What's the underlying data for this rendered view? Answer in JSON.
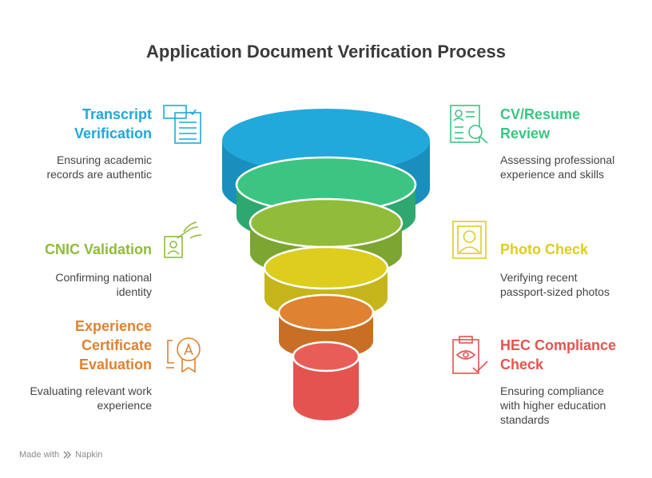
{
  "title": "Application Document Verification Process",
  "colors": {
    "blue": "#1fa8d8",
    "green": "#3cc483",
    "lime": "#90bc3a",
    "yellow": "#ddcd1f",
    "orange": "#df8232",
    "red": "#e35450"
  },
  "steps": [
    {
      "heading": "Transcript\nVerification",
      "description": "Ensuring academic\nrecords are authentic",
      "icon": "document-list-icon"
    },
    {
      "heading": "CV/Resume\nReview",
      "description": "Assessing professional\nexperience and skills",
      "icon": "resume-search-icon"
    },
    {
      "heading": "CNIC Validation",
      "description": "Confirming national\nidentity",
      "icon": "id-card-icon"
    },
    {
      "heading": "Photo Check",
      "description": "Verifying recent\npassport-sized photos",
      "icon": "portrait-photo-icon"
    },
    {
      "heading": "Experience\nCertificate\nEvaluation",
      "description": "Evaluating relevant work\nexperience",
      "icon": "certificate-badge-icon"
    },
    {
      "heading": "HEC Compliance\nCheck",
      "description": "Ensuring compliance\nwith higher education\nstandards",
      "icon": "clipboard-check-icon"
    }
  ],
  "footer": {
    "made_with": "Made with",
    "brand": "Napkin"
  }
}
